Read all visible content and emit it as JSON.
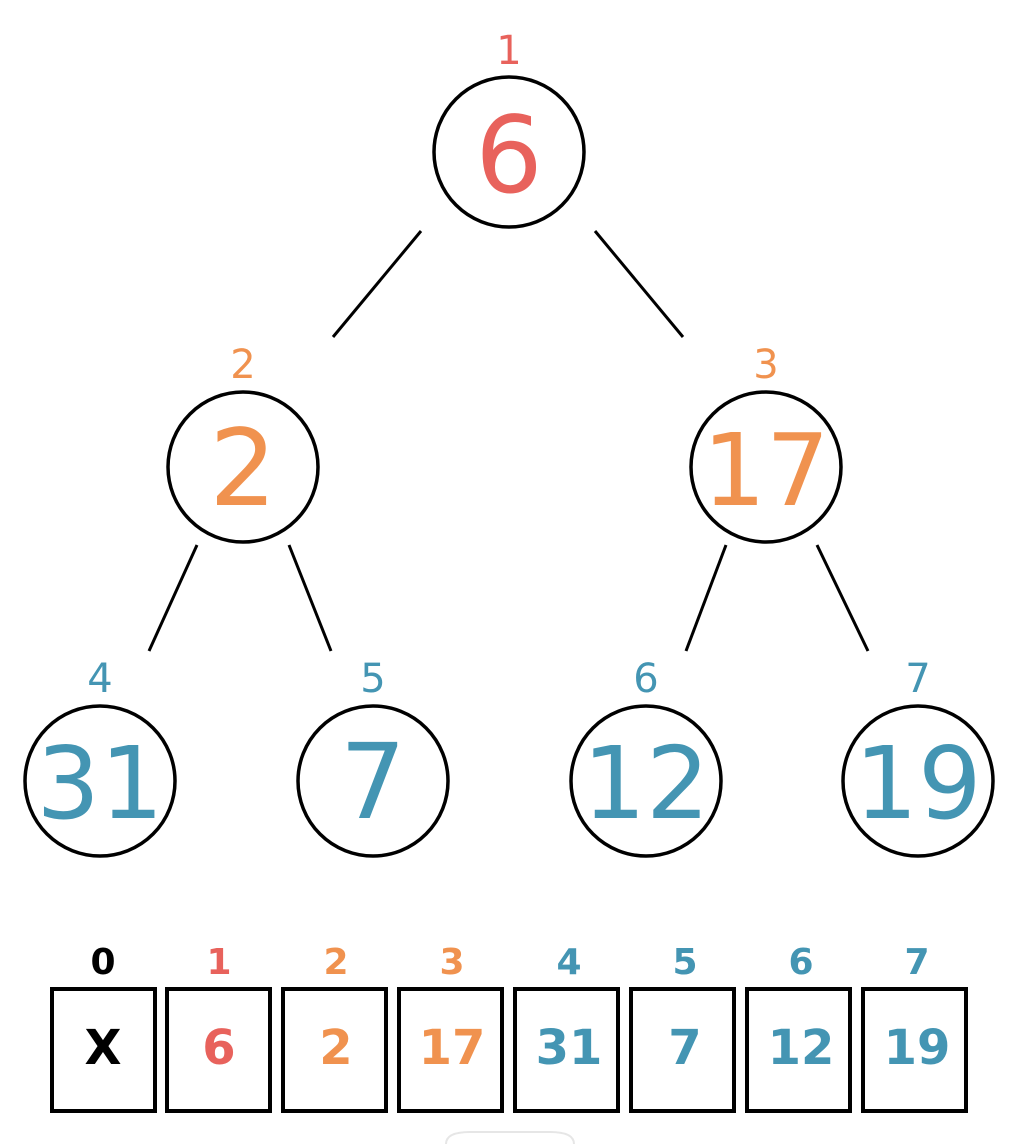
{
  "colors": {
    "level1": "#e8625c",
    "level2": "#f0924f",
    "level3": "#4495b3",
    "black": "#000000"
  },
  "tree": {
    "nodes": [
      {
        "index": "1",
        "value": "6",
        "color": "#e8625c"
      },
      {
        "index": "2",
        "value": "2",
        "color": "#f0924f"
      },
      {
        "index": "3",
        "value": "17",
        "color": "#f0924f"
      },
      {
        "index": "4",
        "value": "31",
        "color": "#4495b3"
      },
      {
        "index": "5",
        "value": "7",
        "color": "#4495b3"
      },
      {
        "index": "6",
        "value": "12",
        "color": "#4495b3"
      },
      {
        "index": "7",
        "value": "19",
        "color": "#4495b3"
      }
    ]
  },
  "array": {
    "cells": [
      {
        "index": "0",
        "value": "X",
        "color": "#000000"
      },
      {
        "index": "1",
        "value": "6",
        "color": "#e8625c"
      },
      {
        "index": "2",
        "value": "2",
        "color": "#f0924f"
      },
      {
        "index": "3",
        "value": "17",
        "color": "#f0924f"
      },
      {
        "index": "4",
        "value": "31",
        "color": "#4495b3"
      },
      {
        "index": "5",
        "value": "7",
        "color": "#4495b3"
      },
      {
        "index": "6",
        "value": "12",
        "color": "#4495b3"
      },
      {
        "index": "7",
        "value": "19",
        "color": "#4495b3"
      }
    ]
  }
}
